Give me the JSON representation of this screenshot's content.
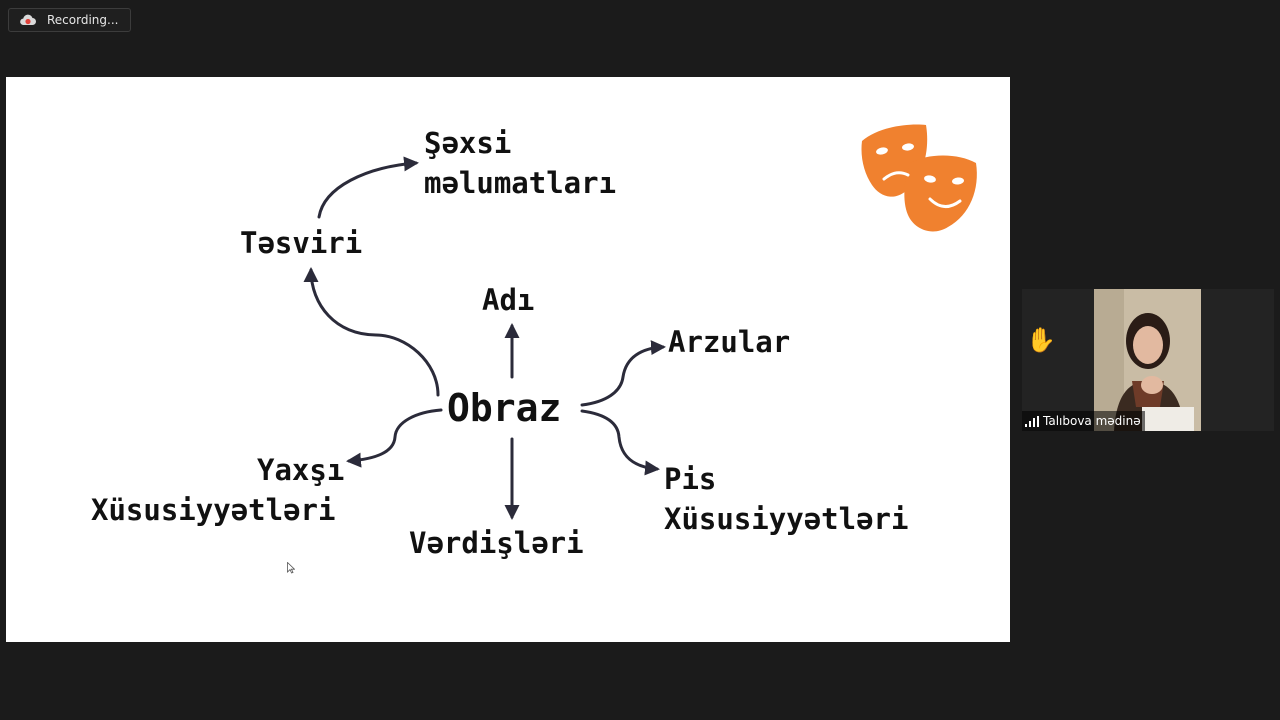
{
  "recording": {
    "label": "Recording...",
    "icon": "cloud-record-icon"
  },
  "slide": {
    "center": "Obraz",
    "nodes": {
      "tesviri": "Təsviri",
      "sexsi_line1": "Şəxsi",
      "sexsi_line2": "məlumatları",
      "adi": "Adı",
      "arzular": "Arzular",
      "yaxsi_line1": "Yaxşı",
      "yaxsi_line2": "Xüsusiyyətləri",
      "verdisleri": "Vərdişləri",
      "pis_line1": "Pis",
      "pis_line2": "Xüsusiyyətləri"
    },
    "decoration": "theater-masks-icon",
    "accent_color": "#f0812f",
    "arrow_color": "#2b2b3a"
  },
  "participant": {
    "name": "Talıbova mədinə",
    "status_icon": "raised-hand-icon",
    "signal_icon": "signal-strength-icon"
  }
}
